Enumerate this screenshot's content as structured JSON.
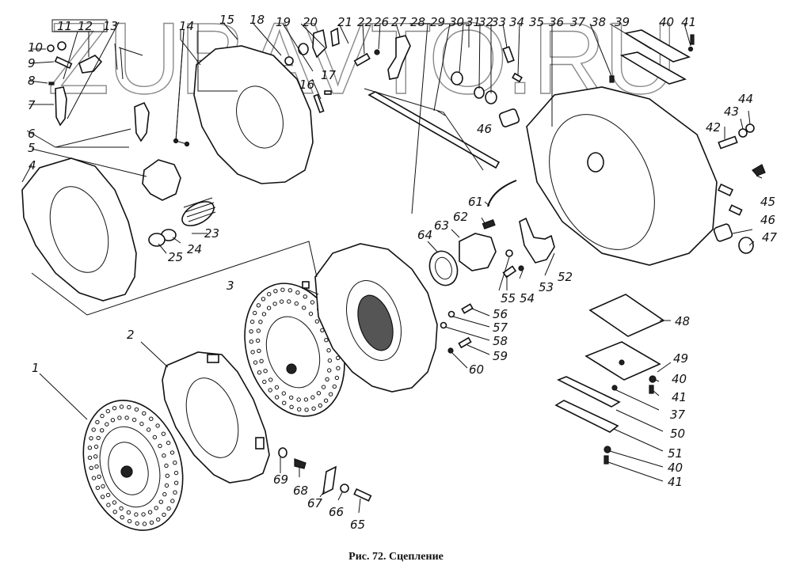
{
  "figure": {
    "caption": "Рис. 72. Сцепление",
    "watermark": "ZUBAVTO.RU",
    "line_color": "#111111",
    "watermark_color": "#8a8a8a",
    "background": "#ffffff"
  },
  "callouts": [
    {
      "id": "c1",
      "label": "1"
    },
    {
      "id": "c2",
      "label": "2"
    },
    {
      "id": "c3",
      "label": "3"
    },
    {
      "id": "c4",
      "label": "4"
    },
    {
      "id": "c5",
      "label": "5"
    },
    {
      "id": "c6",
      "label": "6"
    },
    {
      "id": "c7",
      "label": "7"
    },
    {
      "id": "c8",
      "label": "8"
    },
    {
      "id": "c9",
      "label": "9"
    },
    {
      "id": "c10",
      "label": "10"
    },
    {
      "id": "c11",
      "label": "11"
    },
    {
      "id": "c12",
      "label": "12"
    },
    {
      "id": "c13",
      "label": "13"
    },
    {
      "id": "c14",
      "label": "14"
    },
    {
      "id": "c15",
      "label": "15"
    },
    {
      "id": "c16",
      "label": "16"
    },
    {
      "id": "c17",
      "label": "17"
    },
    {
      "id": "c18",
      "label": "18"
    },
    {
      "id": "c19",
      "label": "19"
    },
    {
      "id": "c20",
      "label": "20"
    },
    {
      "id": "c21",
      "label": "21"
    },
    {
      "id": "c22",
      "label": "22"
    },
    {
      "id": "c23",
      "label": "23"
    },
    {
      "id": "c24",
      "label": "24"
    },
    {
      "id": "c25",
      "label": "25"
    },
    {
      "id": "c26",
      "label": "26"
    },
    {
      "id": "c27",
      "label": "27"
    },
    {
      "id": "c28",
      "label": "28"
    },
    {
      "id": "c29",
      "label": "29"
    },
    {
      "id": "c30",
      "label": "30"
    },
    {
      "id": "c31",
      "label": "31"
    },
    {
      "id": "c32",
      "label": "32"
    },
    {
      "id": "c33",
      "label": "33"
    },
    {
      "id": "c34",
      "label": "34"
    },
    {
      "id": "c35",
      "label": "35"
    },
    {
      "id": "c36",
      "label": "36"
    },
    {
      "id": "c37a",
      "label": "37"
    },
    {
      "id": "c38",
      "label": "38"
    },
    {
      "id": "c39",
      "label": "39"
    },
    {
      "id": "c40a",
      "label": "40"
    },
    {
      "id": "c41a",
      "label": "41"
    },
    {
      "id": "c42",
      "label": "42"
    },
    {
      "id": "c43",
      "label": "43"
    },
    {
      "id": "c44",
      "label": "44"
    },
    {
      "id": "c45",
      "label": "45"
    },
    {
      "id": "c46a",
      "label": "46"
    },
    {
      "id": "c46b",
      "label": "46"
    },
    {
      "id": "c47",
      "label": "47"
    },
    {
      "id": "c48",
      "label": "48"
    },
    {
      "id": "c49",
      "label": "49"
    },
    {
      "id": "c40b",
      "label": "40"
    },
    {
      "id": "c41b",
      "label": "41"
    },
    {
      "id": "c37b",
      "label": "37"
    },
    {
      "id": "c50",
      "label": "50"
    },
    {
      "id": "c51",
      "label": "51"
    },
    {
      "id": "c40c",
      "label": "40"
    },
    {
      "id": "c41c",
      "label": "41"
    },
    {
      "id": "c52",
      "label": "52"
    },
    {
      "id": "c53",
      "label": "53"
    },
    {
      "id": "c54",
      "label": "54"
    },
    {
      "id": "c55",
      "label": "55"
    },
    {
      "id": "c56",
      "label": "56"
    },
    {
      "id": "c57",
      "label": "57"
    },
    {
      "id": "c58",
      "label": "58"
    },
    {
      "id": "c59",
      "label": "59"
    },
    {
      "id": "c60",
      "label": "60"
    },
    {
      "id": "c61",
      "label": "61"
    },
    {
      "id": "c62",
      "label": "62"
    },
    {
      "id": "c63",
      "label": "63"
    },
    {
      "id": "c64",
      "label": "64"
    },
    {
      "id": "c65",
      "label": "65"
    },
    {
      "id": "c66",
      "label": "66"
    },
    {
      "id": "c67",
      "label": "67"
    },
    {
      "id": "c68",
      "label": "68"
    },
    {
      "id": "c69",
      "label": "69"
    }
  ]
}
